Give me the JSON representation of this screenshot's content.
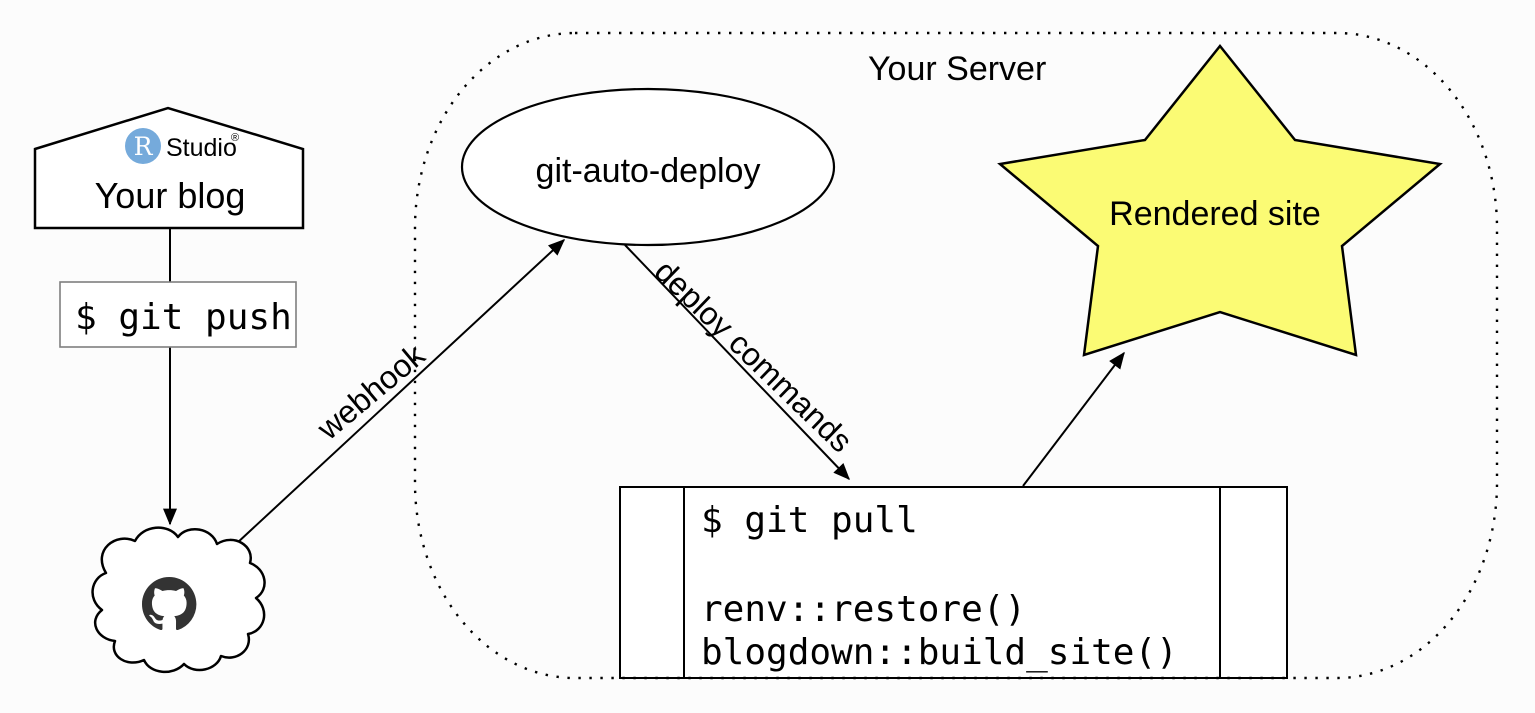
{
  "colors": {
    "background": "#fcfcfc",
    "line": "#000000",
    "star_fill": "#fbfb74",
    "rstudio_blue": "#75aadb",
    "studio_gray": "#58595b",
    "github_dark": "#333333",
    "push_box_border": "#7f7f7f"
  },
  "server_group": {
    "label": "Your Server"
  },
  "nodes": {
    "blog": {
      "label": "Your blog",
      "logo_r": "R",
      "logo_studio": "Studio",
      "logo_registered": "®"
    },
    "git_push": {
      "command": "$ git push"
    },
    "github_cloud": {
      "icon": "github-octocat"
    },
    "git_auto_deploy": {
      "label": "git-auto-deploy"
    },
    "rendered_site": {
      "label": "Rendered site"
    },
    "deploy_script": {
      "lines": [
        "$ git pull",
        "renv::restore()",
        "blogdown::build_site()"
      ]
    }
  },
  "edges": {
    "webhook": {
      "label": "webhook"
    },
    "deploy_commands": {
      "label": "deploy commands"
    }
  }
}
